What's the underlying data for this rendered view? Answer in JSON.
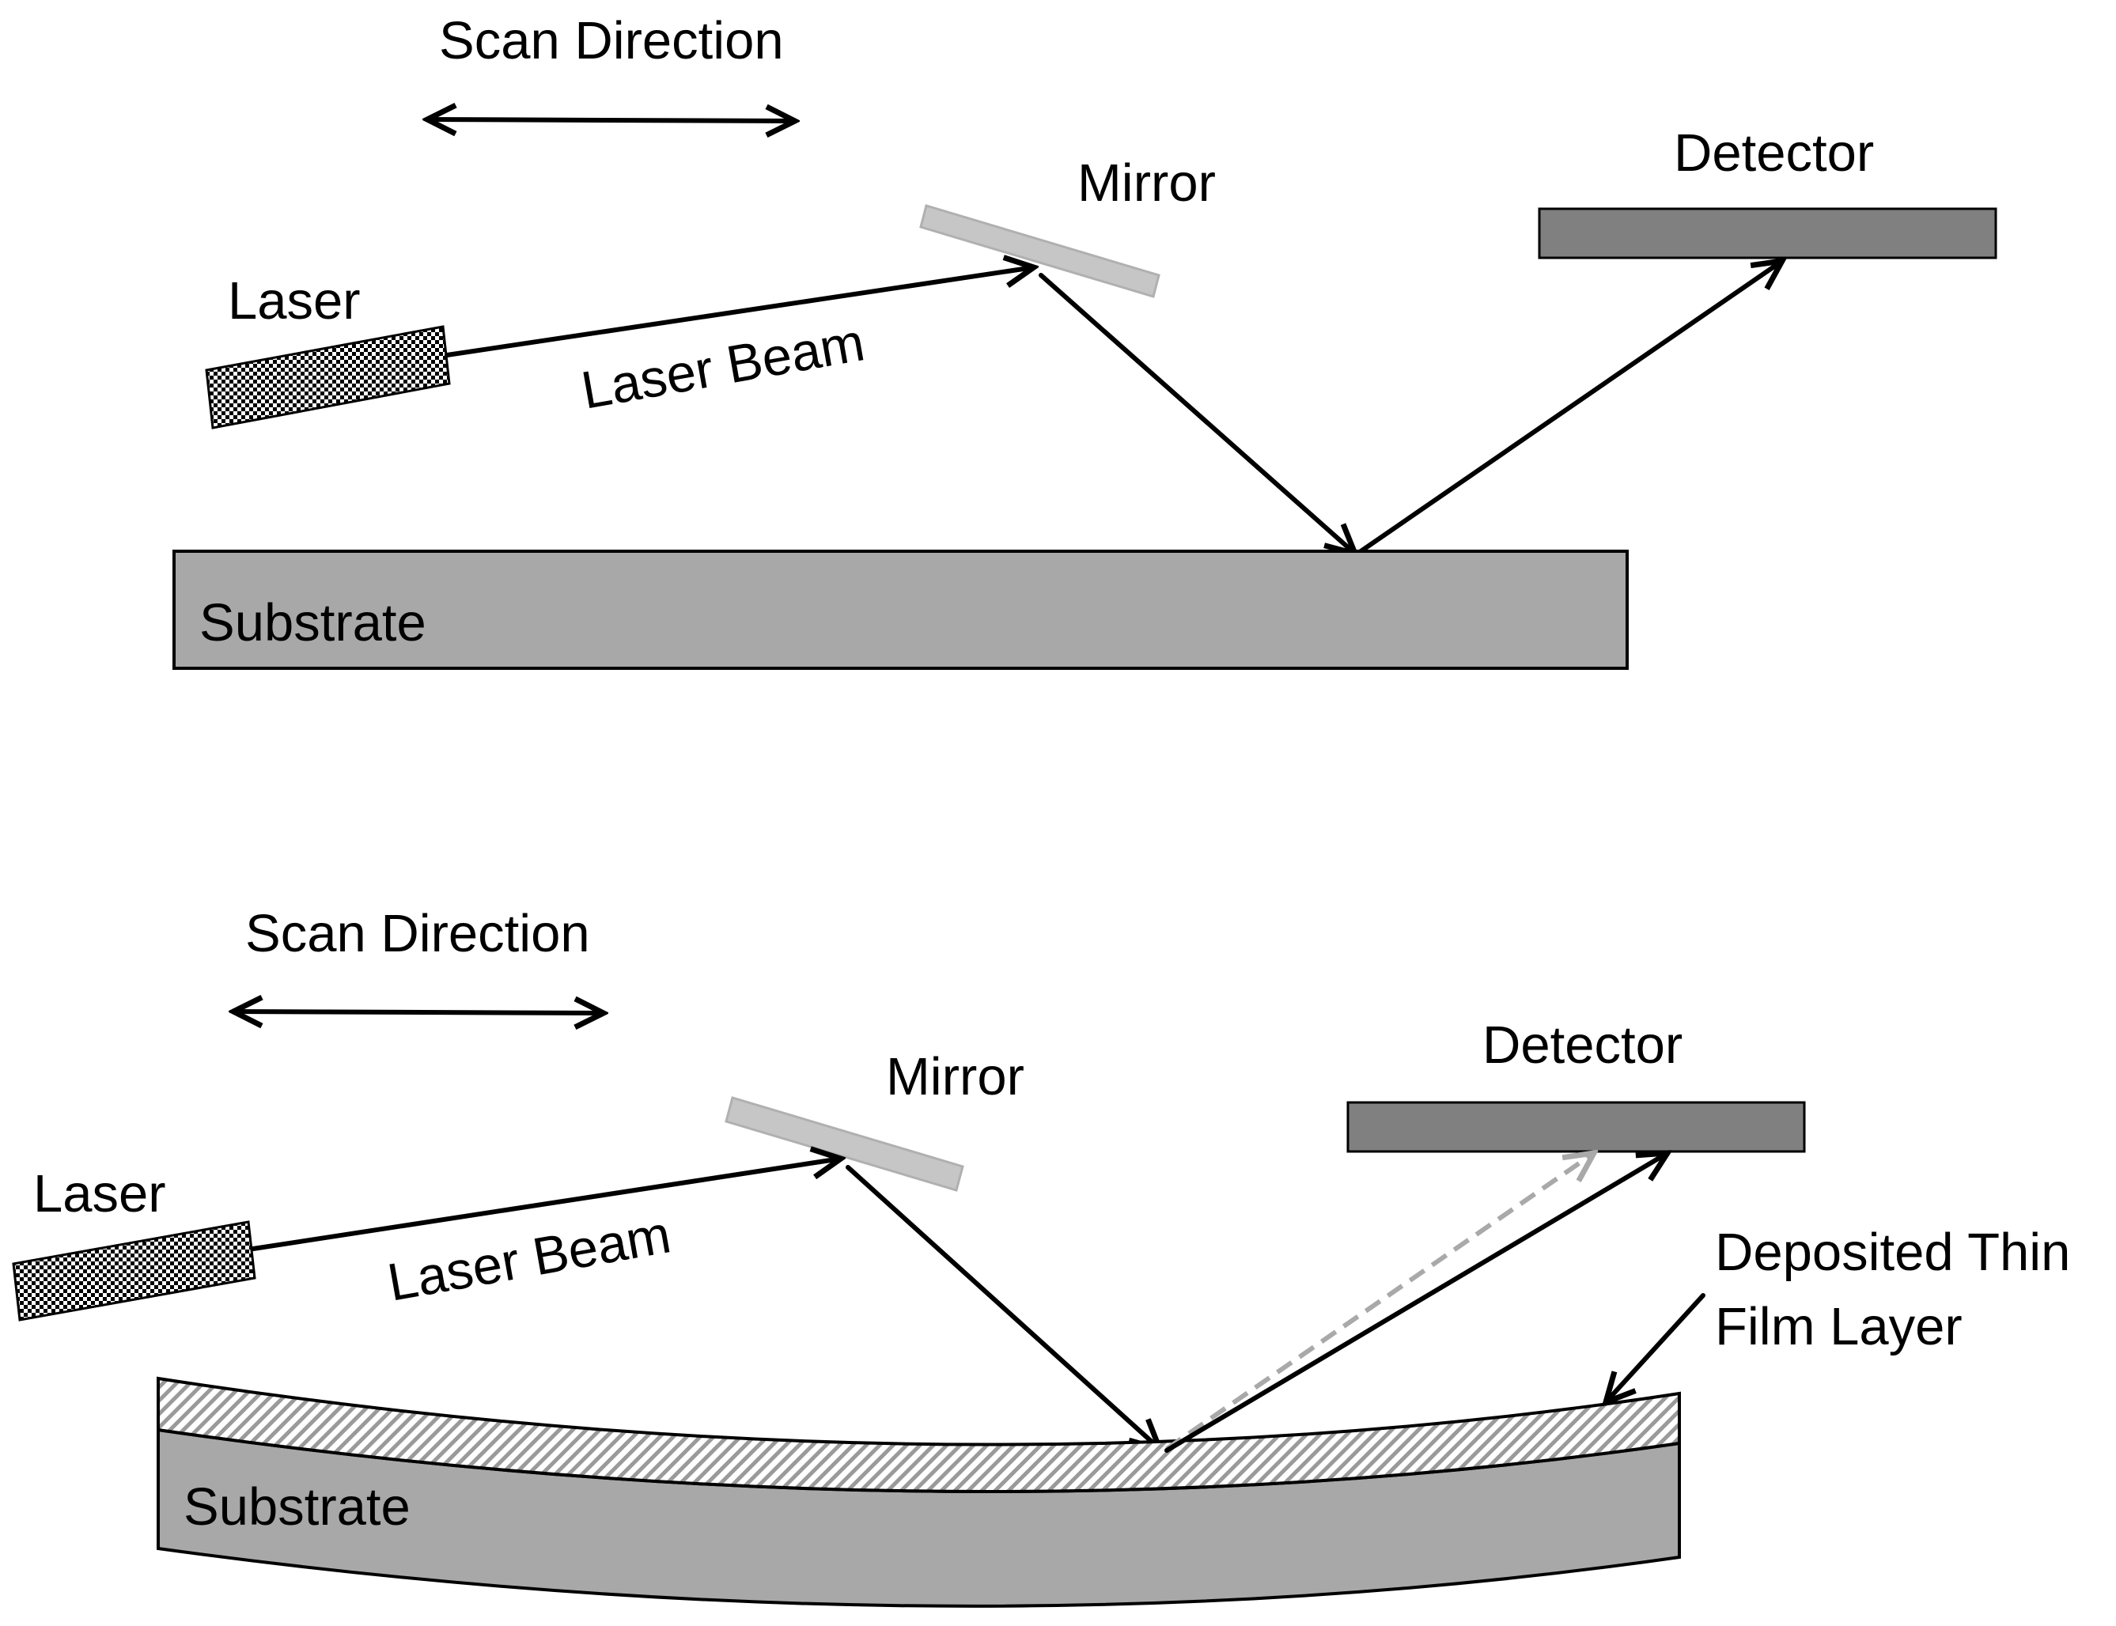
{
  "panels": [
    {
      "scan_direction_label": "Scan Direction",
      "mirror_label": "Mirror",
      "detector_label": "Detector",
      "laser_label": "Laser",
      "laser_beam_label": "Laser Beam",
      "substrate_label": "Substrate"
    },
    {
      "scan_direction_label": "Scan Direction",
      "mirror_label": "Mirror",
      "detector_label": "Detector",
      "laser_label": "Laser",
      "laser_beam_label": "Laser Beam",
      "substrate_label": "Substrate",
      "thin_film_label_line1": "Deposited Thin",
      "thin_film_label_line2": "Film Layer"
    }
  ],
  "colors": {
    "substrate": "#a8a8a8",
    "detector": "#808080",
    "mirror": "#c6c6c6",
    "shifted_beam": "#a9a9a9",
    "beam": "#000000"
  }
}
